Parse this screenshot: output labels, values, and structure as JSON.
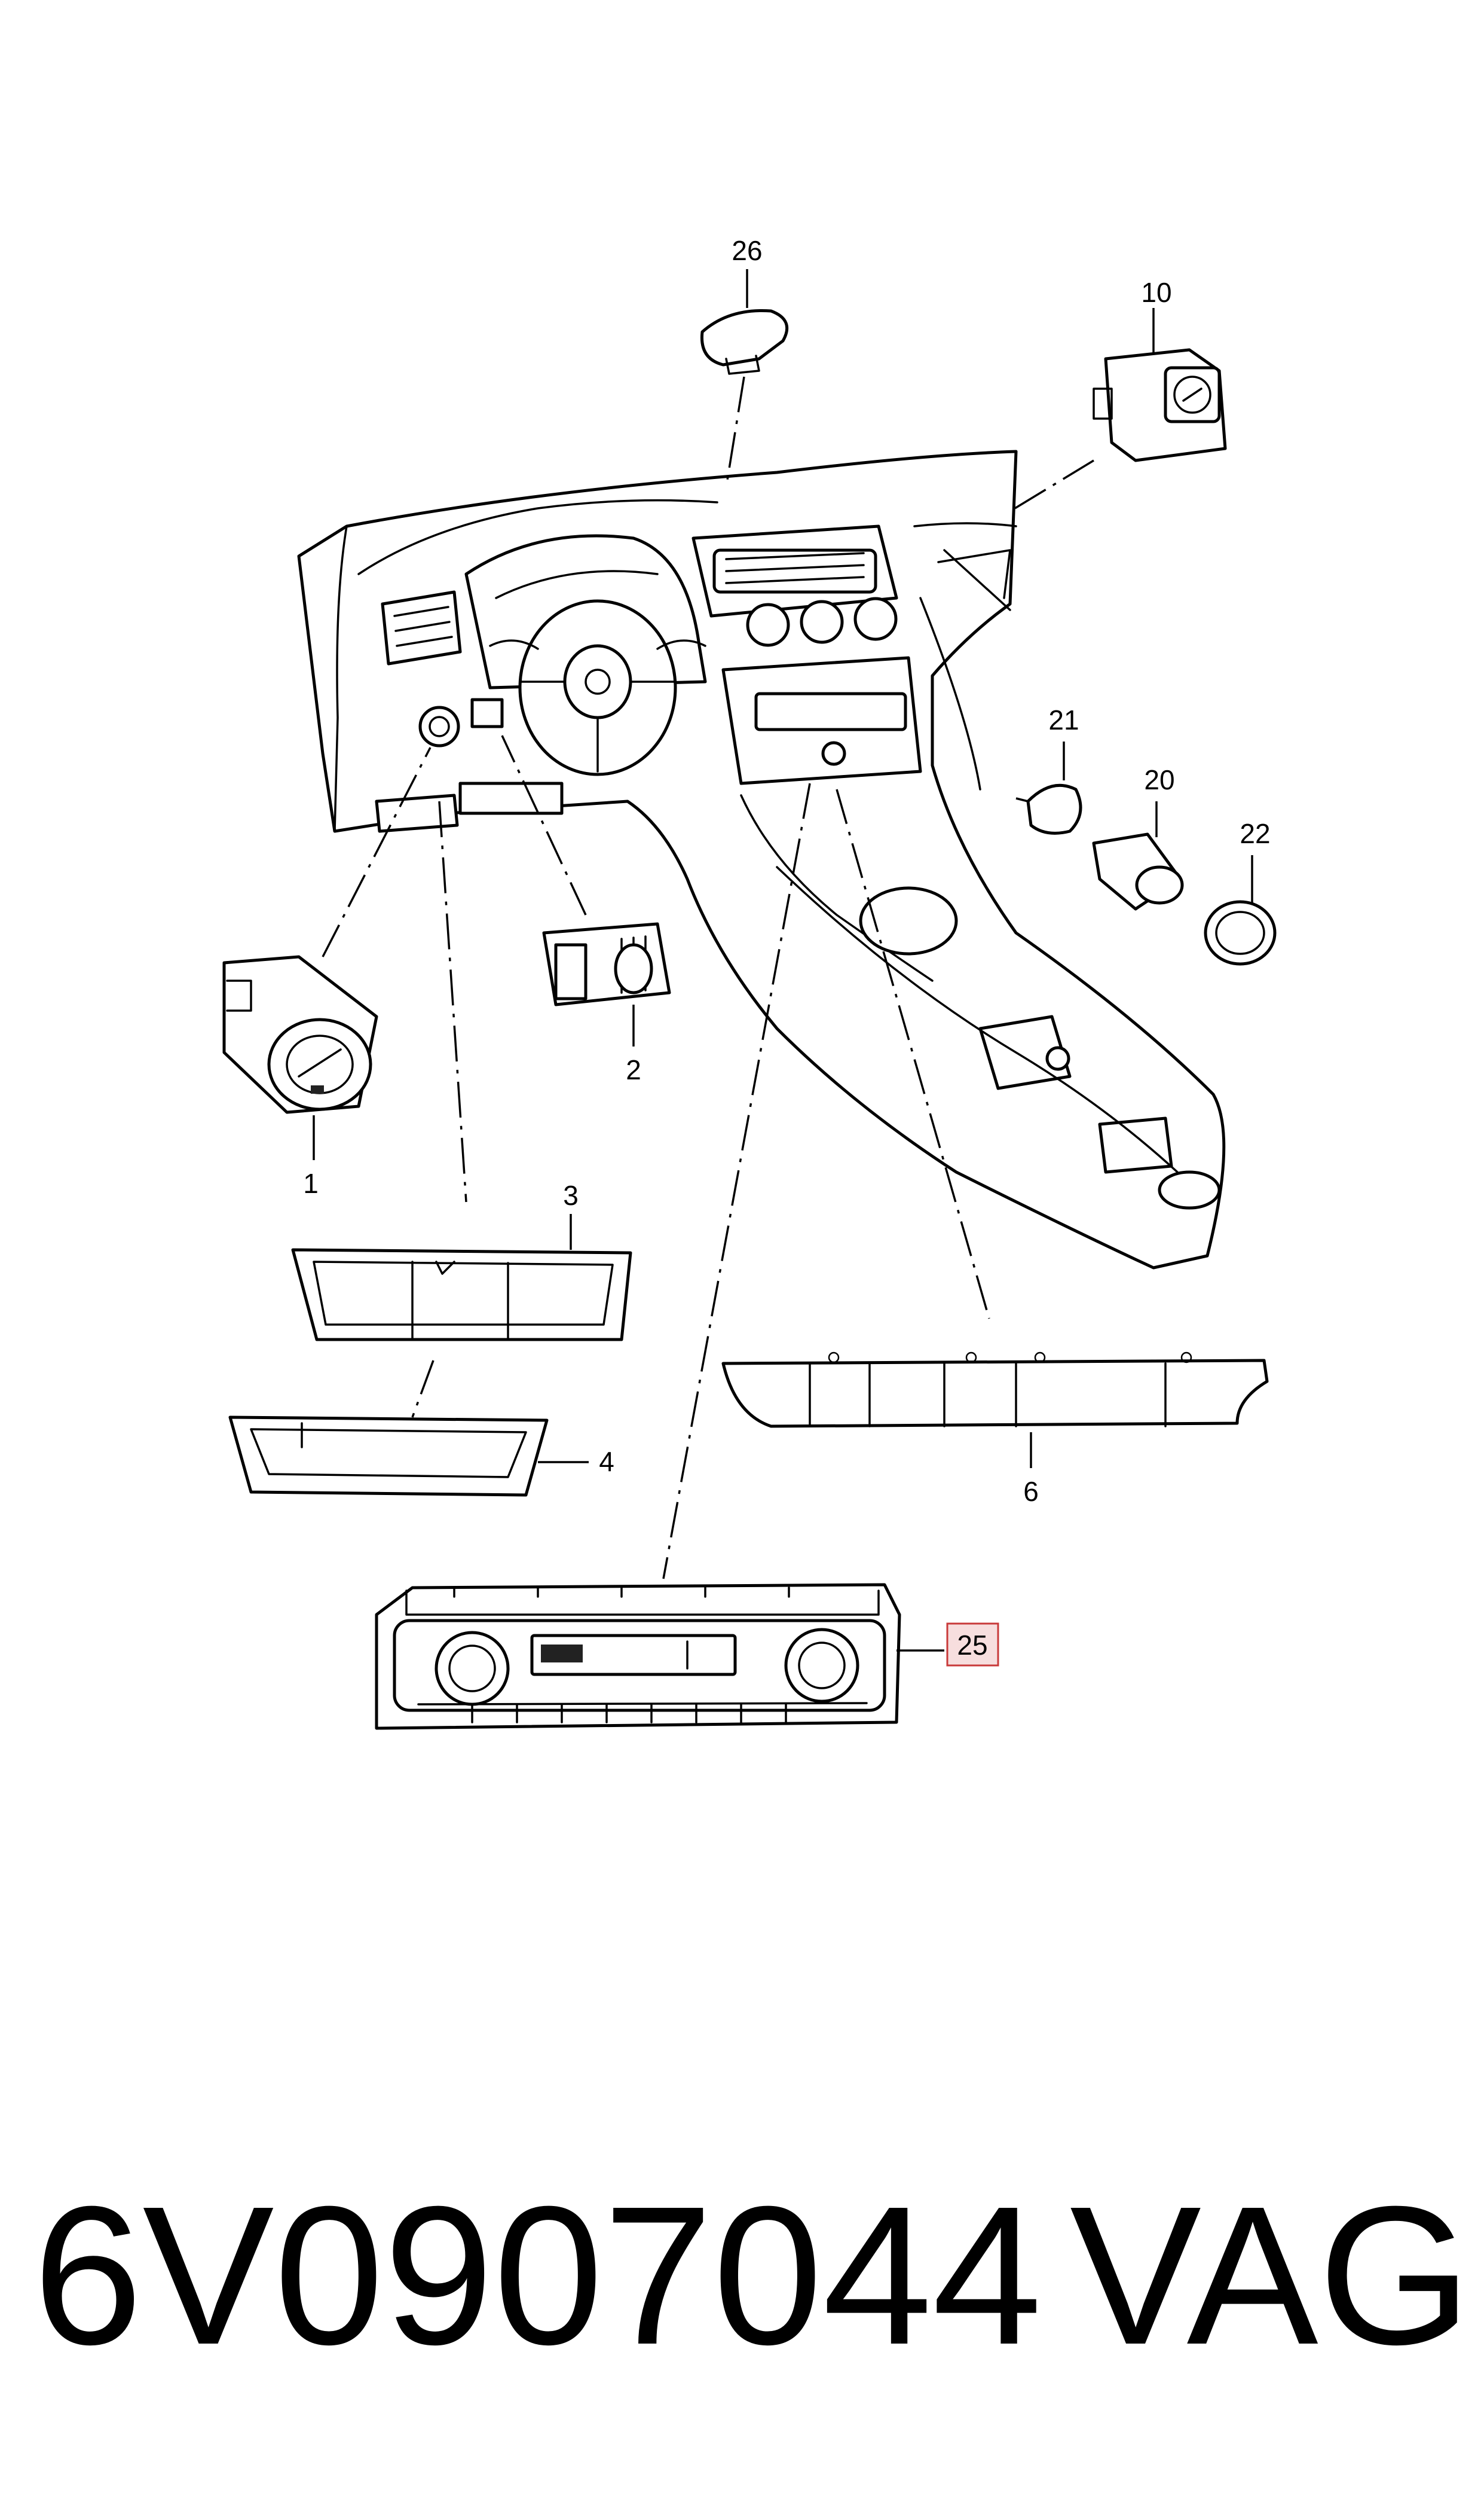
{
  "callouts": {
    "p1": "1",
    "p2": "2",
    "p3": "3",
    "p4": "4",
    "p6": "6",
    "p10": "10",
    "p20": "20",
    "p21": "21",
    "p22": "22",
    "p25": "25",
    "p26": "26"
  },
  "highlight": {
    "part": "25",
    "box_fill": "#f7dede",
    "box_stroke": "#c83a3a"
  },
  "footer": {
    "part_number": "6V0907044",
    "brand": "VAG"
  }
}
